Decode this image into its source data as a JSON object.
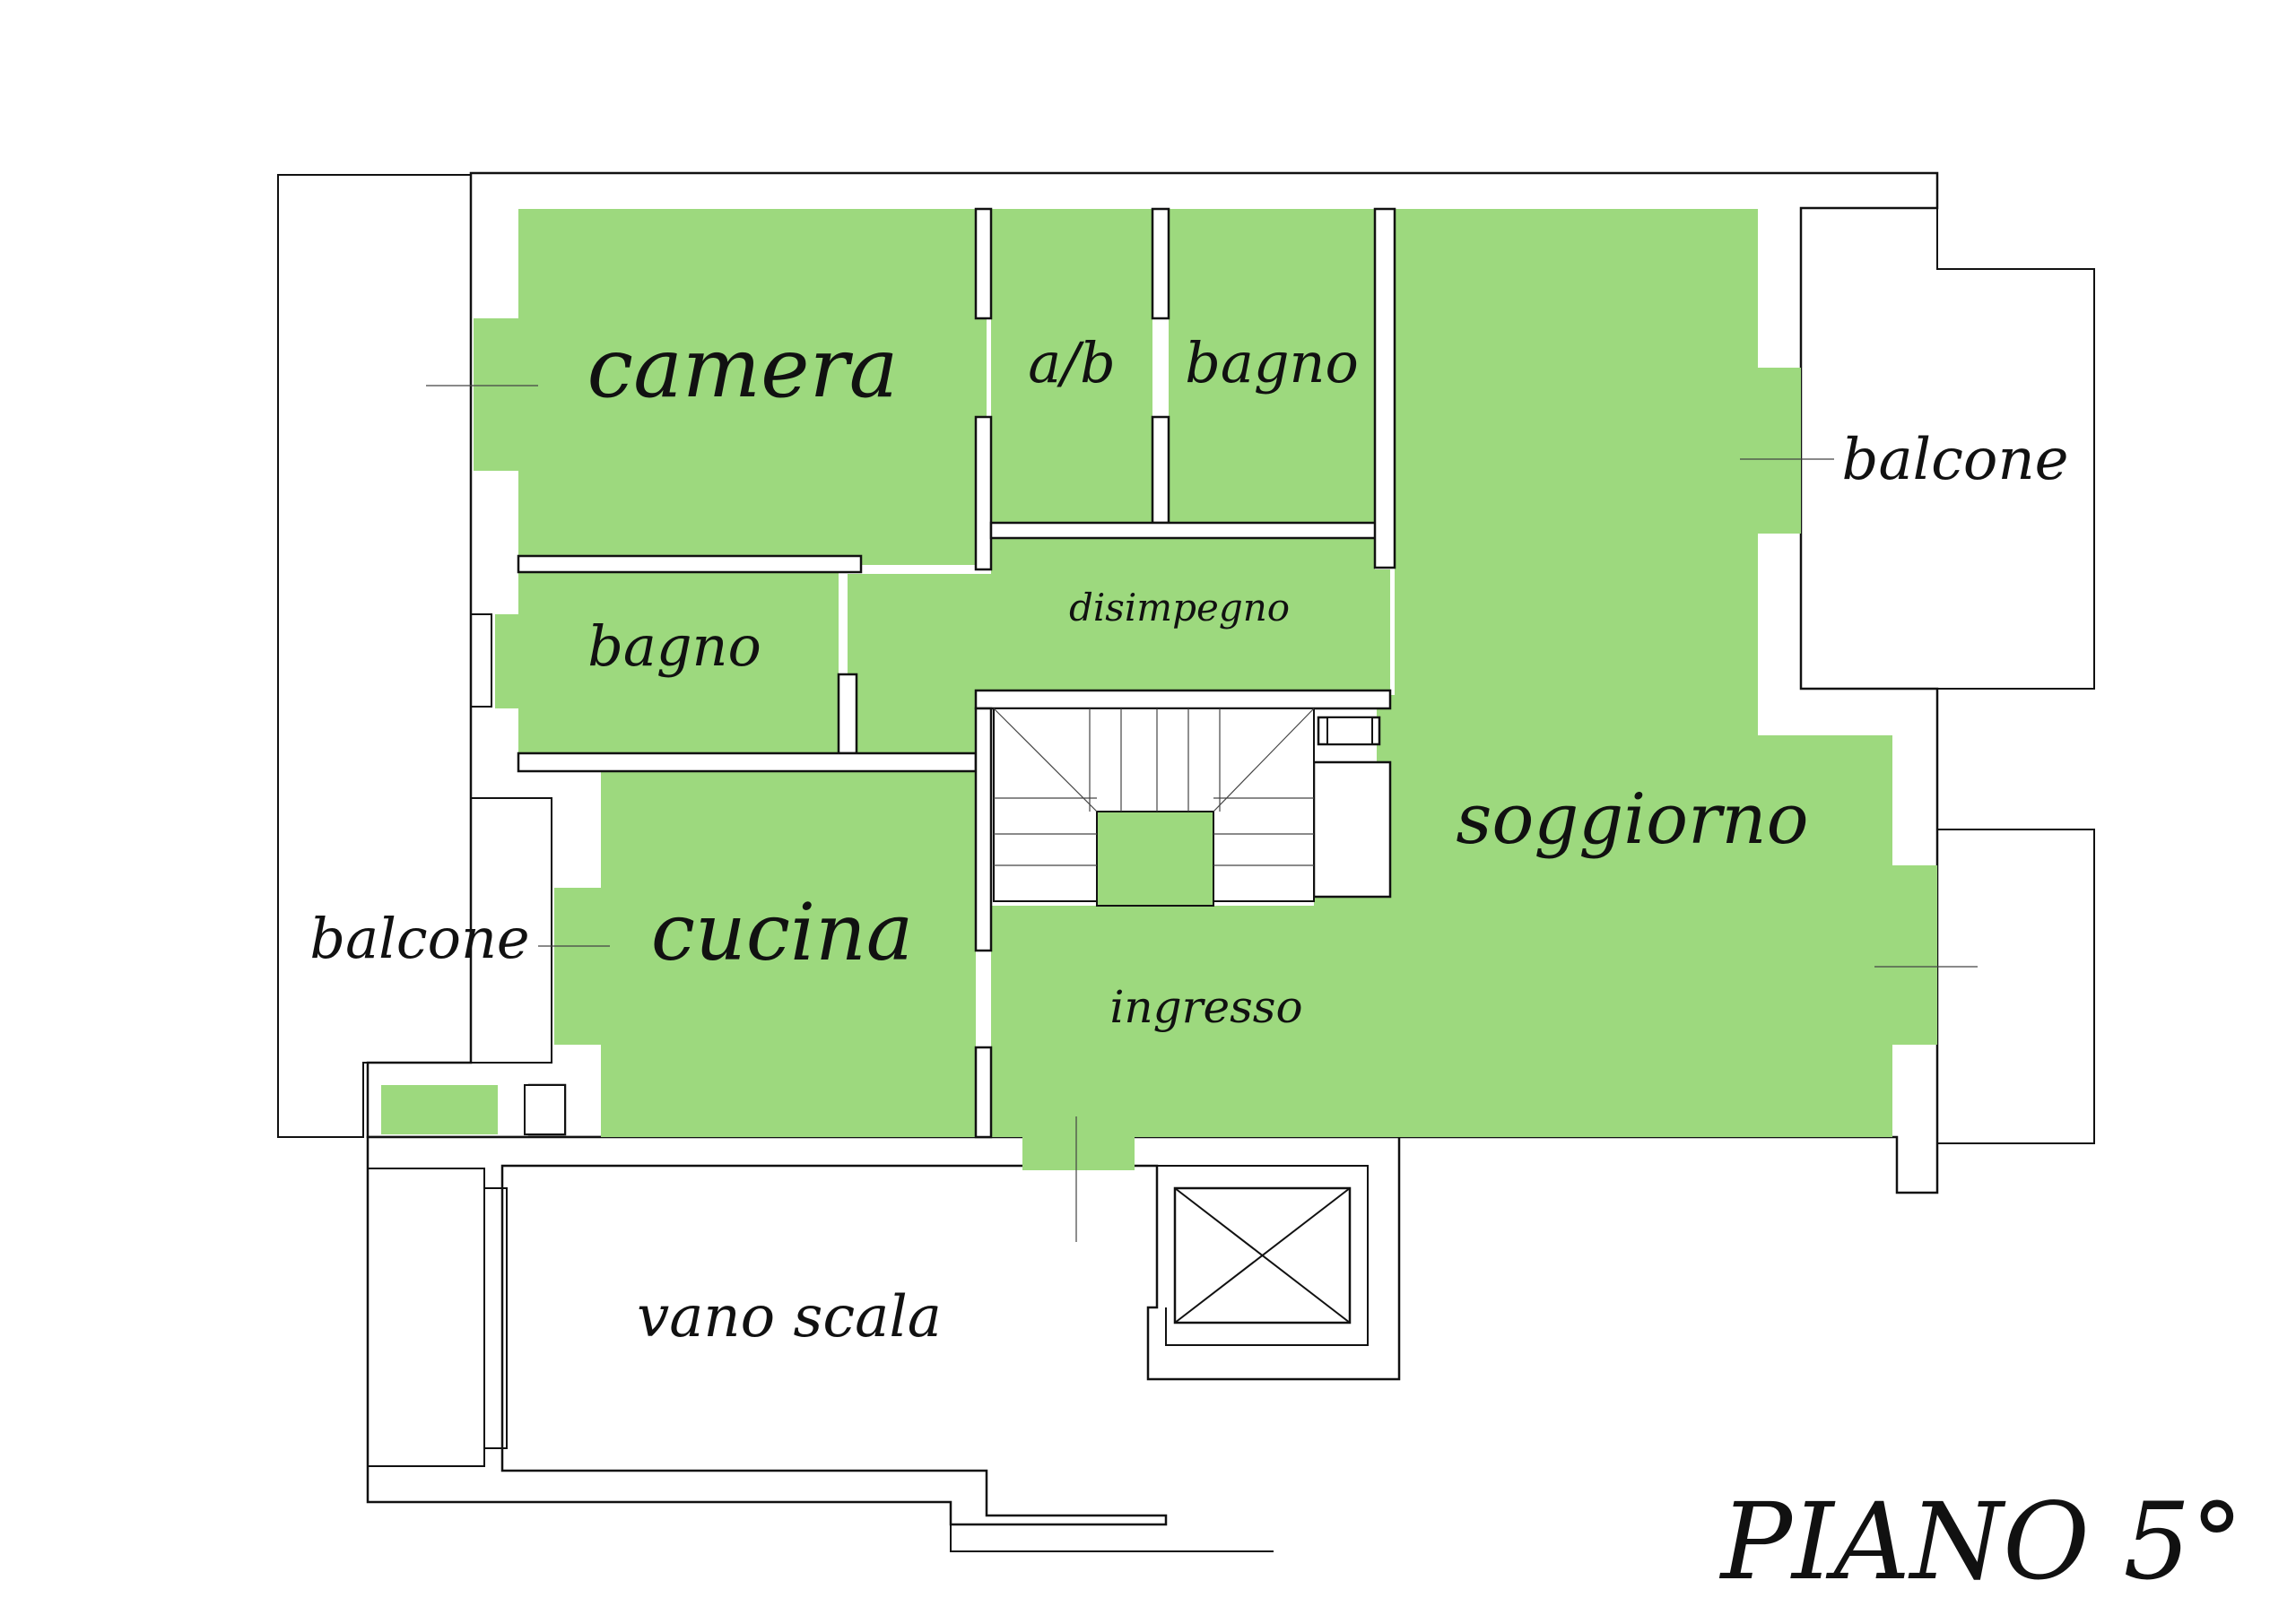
{
  "plan": {
    "title": "PIANO 5°",
    "rooms": {
      "camera": "camera",
      "ab": "a/b",
      "bagno_top": "bagno",
      "balcone_right": "balcone",
      "disimpegno": "disimpegno",
      "bagno_left": "bagno",
      "soggiorno": "soggiorno",
      "balcone_left": "balcone",
      "cucina": "cucina",
      "ingresso": "ingresso",
      "vano_scala": "vano scala"
    },
    "colors": {
      "room_fill": "#9dd97e",
      "balcony_fill": "#dcdcdc",
      "window_fill": "#a9cdf2",
      "wall_stroke": "#111111"
    }
  }
}
